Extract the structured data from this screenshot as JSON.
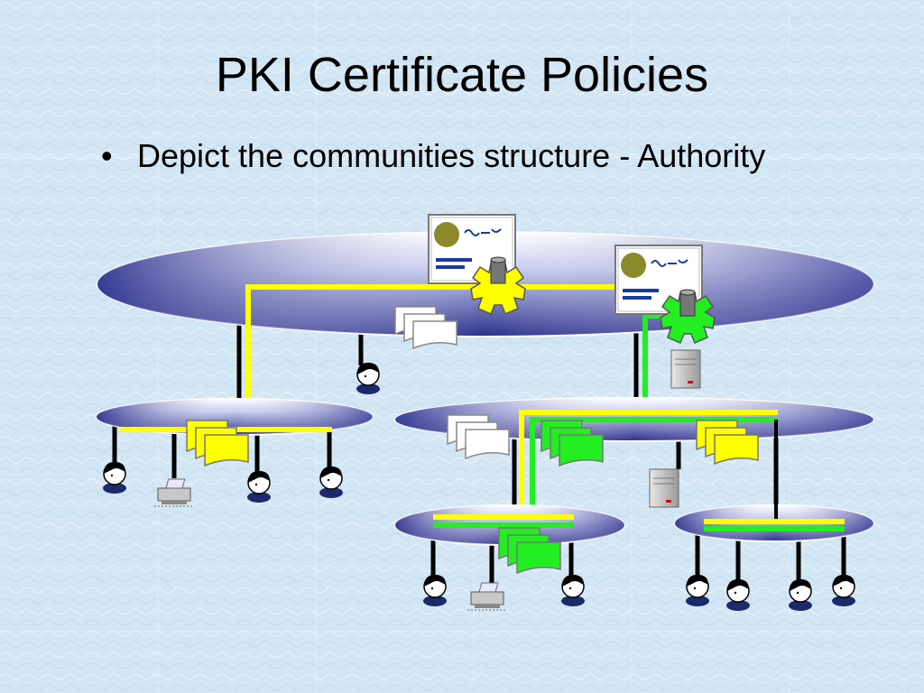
{
  "slide": {
    "title": "PKI Certificate Policies",
    "bullets": [
      "Depict the communities structure - Authority"
    ]
  },
  "diagram": {
    "nodes": [
      {
        "id": "root-community",
        "kind": "platform"
      },
      {
        "id": "left-community",
        "kind": "platform"
      },
      {
        "id": "middle-community",
        "kind": "platform"
      },
      {
        "id": "lower-middle-community",
        "kind": "platform"
      },
      {
        "id": "lower-right-community",
        "kind": "platform"
      },
      {
        "id": "yellow-authority",
        "kind": "certificate-authority"
      },
      {
        "id": "green-authority",
        "kind": "certificate-authority"
      }
    ],
    "colors": {
      "yellow_path": "#ffff00",
      "green_path": "#22ee22",
      "platform_dark": "#2a2f8c",
      "platform_light": "#ffffff",
      "background": "#d3e6f4"
    }
  }
}
